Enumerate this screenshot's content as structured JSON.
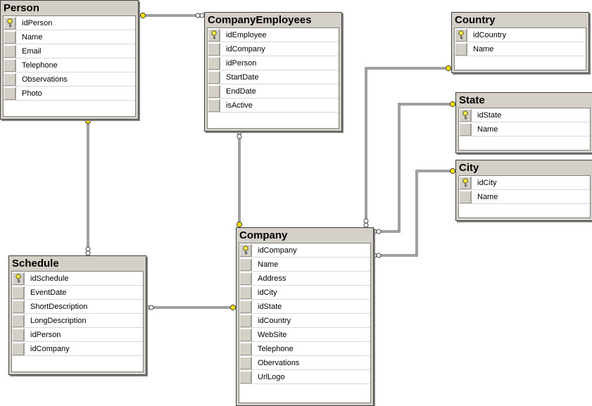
{
  "tables": [
    {
      "id": "person",
      "title": "Person",
      "fields": [
        {
          "name": "idPerson",
          "pk": true
        },
        {
          "name": "Name",
          "pk": false
        },
        {
          "name": "Email",
          "pk": false
        },
        {
          "name": "Telephone",
          "pk": false
        },
        {
          "name": "Observations",
          "pk": false
        },
        {
          "name": "Photo",
          "pk": false
        }
      ]
    },
    {
      "id": "companyemployees",
      "title": "CompanyEmployees",
      "fields": [
        {
          "name": "idEmployee",
          "pk": true
        },
        {
          "name": "idCompany",
          "pk": false
        },
        {
          "name": "idPerson",
          "pk": false
        },
        {
          "name": "StartDate",
          "pk": false
        },
        {
          "name": "EndDate",
          "pk": false
        },
        {
          "name": "isActive",
          "pk": false
        }
      ]
    },
    {
      "id": "country",
      "title": "Country",
      "fields": [
        {
          "name": "idCountry",
          "pk": true
        },
        {
          "name": "Name",
          "pk": false
        }
      ]
    },
    {
      "id": "state",
      "title": "State",
      "fields": [
        {
          "name": "idState",
          "pk": true
        },
        {
          "name": "Name",
          "pk": false
        }
      ]
    },
    {
      "id": "city",
      "title": "City",
      "fields": [
        {
          "name": "idCity",
          "pk": true
        },
        {
          "name": "Name",
          "pk": false
        }
      ]
    },
    {
      "id": "schedule",
      "title": "Schedule",
      "fields": [
        {
          "name": "idSchedule",
          "pk": true
        },
        {
          "name": "EventDate",
          "pk": false
        },
        {
          "name": "ShortDescription",
          "pk": false
        },
        {
          "name": "LongDescription",
          "pk": false
        },
        {
          "name": "idPerson",
          "pk": false
        },
        {
          "name": "idCompany",
          "pk": false
        }
      ]
    },
    {
      "id": "company",
      "title": "Company",
      "fields": [
        {
          "name": "idCompany",
          "pk": true
        },
        {
          "name": "Name",
          "pk": false
        },
        {
          "name": "Address",
          "pk": false
        },
        {
          "name": "idCity",
          "pk": false
        },
        {
          "name": "idState",
          "pk": false
        },
        {
          "name": "idCountry",
          "pk": false
        },
        {
          "name": "WebSite",
          "pk": false
        },
        {
          "name": "Telephone",
          "pk": false
        },
        {
          "name": "Obervations",
          "pk": false
        },
        {
          "name": "UrlLogo",
          "pk": false
        }
      ]
    }
  ],
  "relationships": [
    {
      "from": "person",
      "to": "companyemployees",
      "one_side": "person",
      "many_side": "companyemployees"
    },
    {
      "from": "companyemployees",
      "to": "company",
      "one_side": "company",
      "many_side": "companyemployees"
    },
    {
      "from": "person",
      "to": "schedule",
      "one_side": "person",
      "many_side": "schedule"
    },
    {
      "from": "schedule",
      "to": "company",
      "one_side": "company",
      "many_side": "schedule"
    },
    {
      "from": "company",
      "to": "country",
      "one_side": "country",
      "many_side": "company"
    },
    {
      "from": "company",
      "to": "state",
      "one_side": "state",
      "many_side": "company"
    },
    {
      "from": "company",
      "to": "city",
      "one_side": "city",
      "many_side": "company"
    }
  ],
  "colors": {
    "table_frame": "#d4d0c8",
    "key_icon": "#f5e000",
    "line": "#404040"
  }
}
